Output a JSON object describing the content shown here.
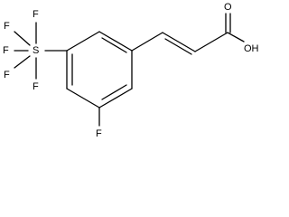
{
  "structure": {
    "atoms": {
      "f1": "F",
      "f2": "F",
      "f3": "F",
      "f4": "F",
      "f5": "F",
      "s": "S",
      "o_carbonyl": "O",
      "oh": "OH",
      "f_ring": "F"
    },
    "colors": {
      "bond": "#000000",
      "text": "#000000",
      "background": "#ffffff"
    }
  }
}
